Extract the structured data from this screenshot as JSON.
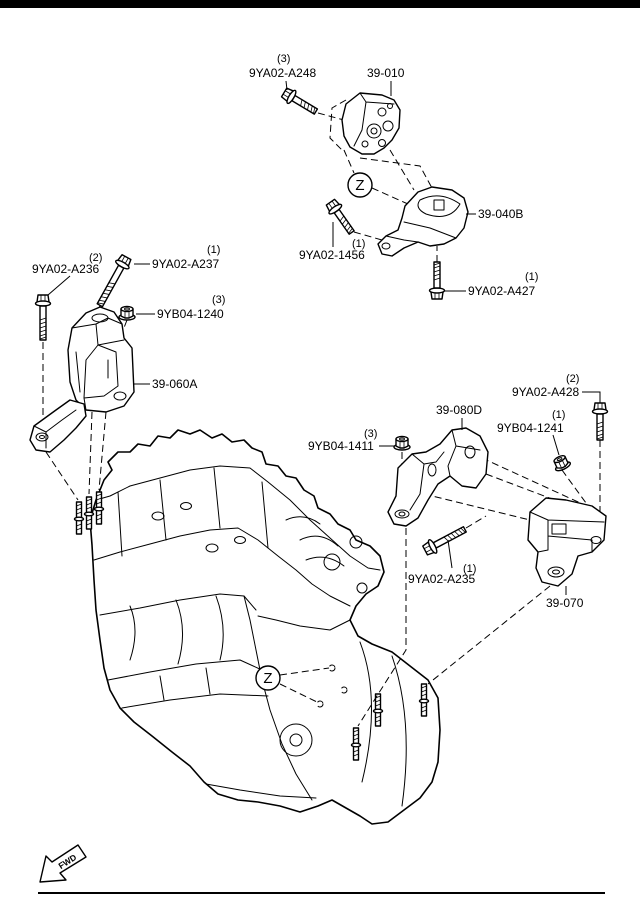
{
  "diagram": {
    "callouts": [
      {
        "qty": "(3)",
        "part": "9YA02-A248"
      },
      {
        "part": "39-010"
      },
      {
        "part": "39-040B"
      },
      {
        "qty": "(1)",
        "part": "9YA02-1456"
      },
      {
        "qty": "(1)",
        "part": "9YA02-A427"
      },
      {
        "qty": "(2)",
        "part": "9YA02-A236"
      },
      {
        "qty": "(1)",
        "part": "9YA02-A237"
      },
      {
        "qty": "(3)",
        "part": "9YB04-1240"
      },
      {
        "part": "39-060A"
      },
      {
        "qty": "(2)",
        "part": "9YA02-A428"
      },
      {
        "qty": "(1)",
        "part": "9YB04-1241"
      },
      {
        "part": "39-080D"
      },
      {
        "qty": "(3)",
        "part": "9YB04-1411"
      },
      {
        "qty": "(1)",
        "part": "9YA02-A235"
      },
      {
        "part": "39-070"
      }
    ],
    "reference_marks": {
      "upper": "Z",
      "lower": "Z"
    },
    "direction": {
      "label": "FWD",
      "icon": "fwd-arrow-icon"
    }
  },
  "colors": {
    "line": "#000000",
    "background": "#ffffff"
  }
}
